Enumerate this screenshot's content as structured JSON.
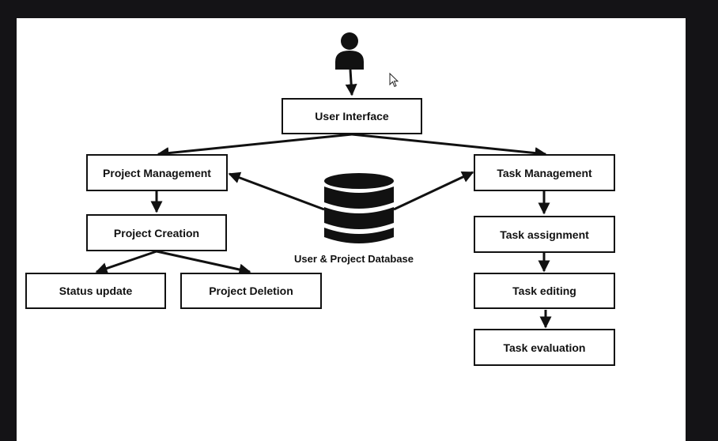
{
  "diagram": {
    "nodes": {
      "user_interface": "User Interface",
      "project_management": "Project Management",
      "task_management": "Task Management",
      "project_creation": "Project Creation",
      "status_update": "Status update",
      "project_deletion": "Project Deletion",
      "task_assignment": "Task assignment",
      "task_editing": "Task editing",
      "task_evaluation": "Task evaluation"
    },
    "database_label": "User & Project Database",
    "icons": {
      "user": "user-icon",
      "database": "database-icon",
      "cursor": "mouse-cursor-icon"
    },
    "colors": {
      "background": "#141316",
      "canvas": "#ffffff",
      "ink": "#111111"
    }
  }
}
